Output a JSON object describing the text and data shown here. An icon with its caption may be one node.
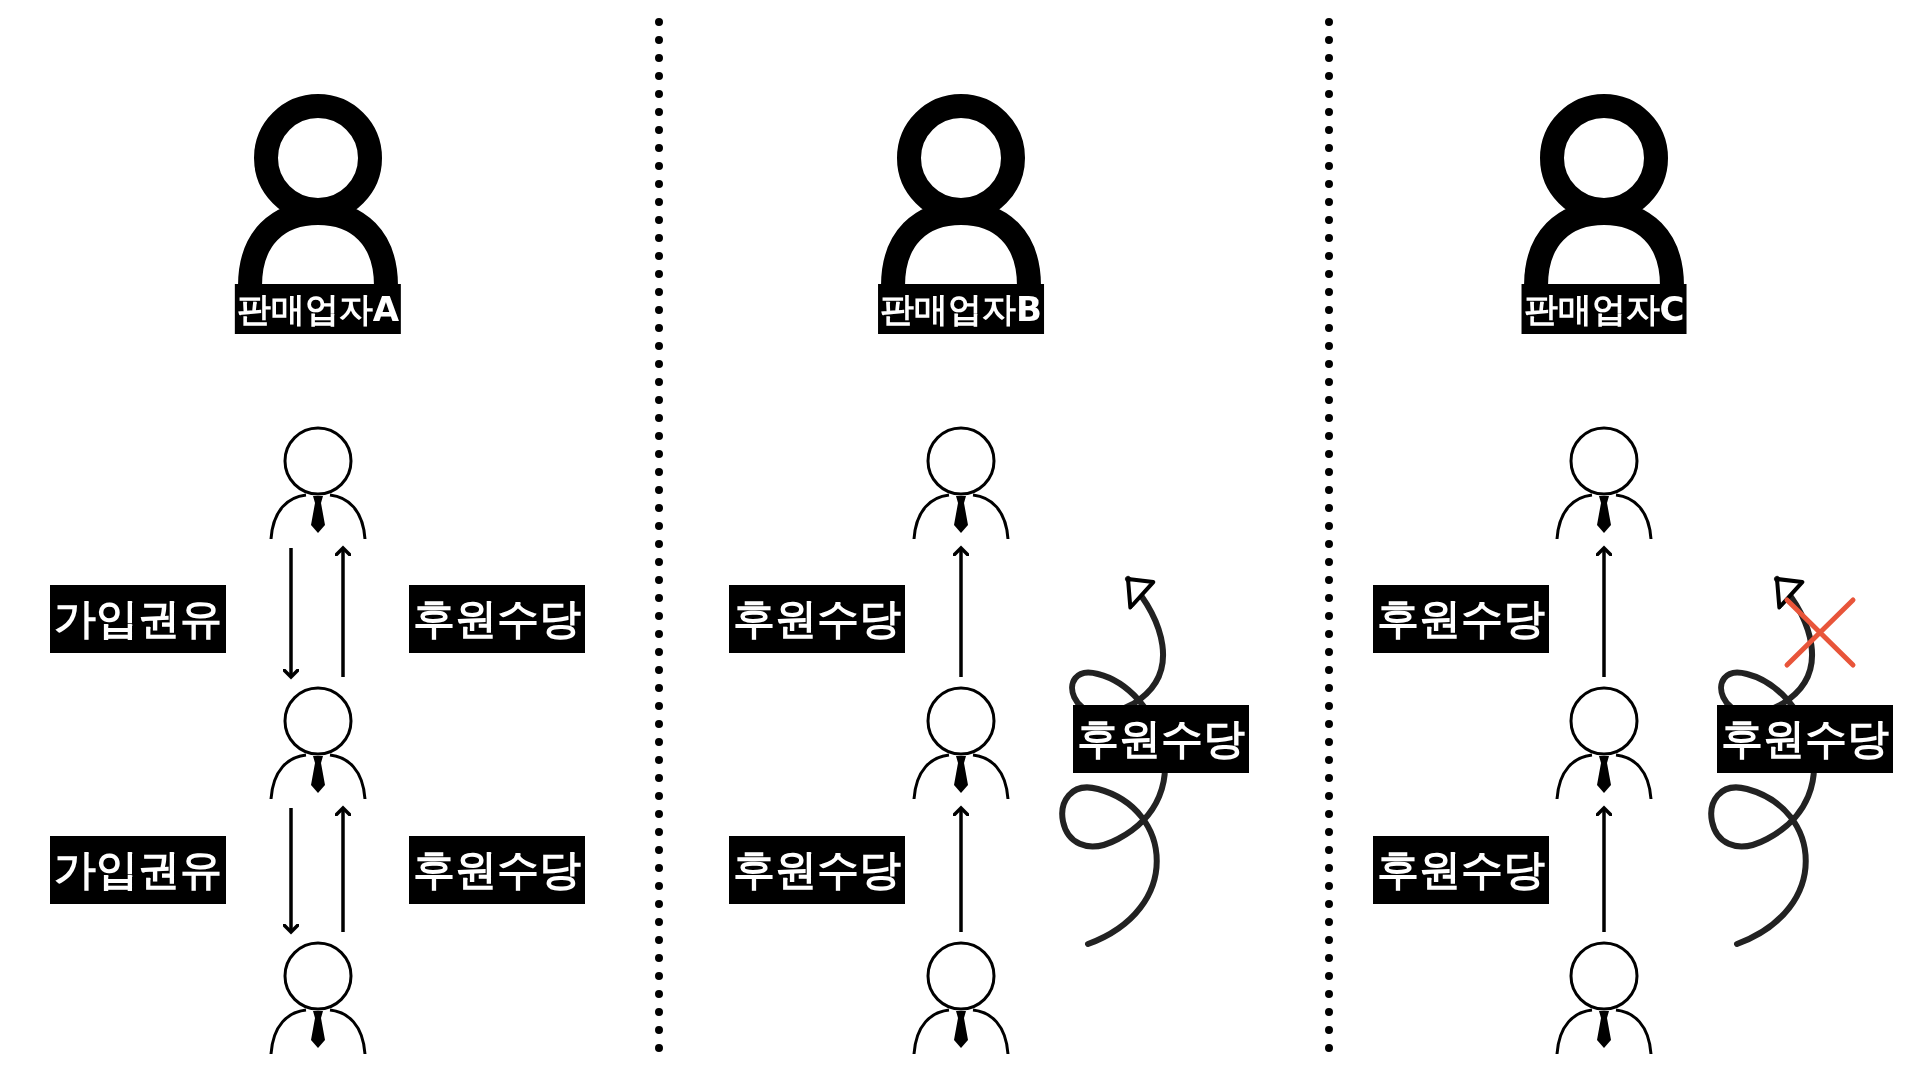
{
  "diagram": {
    "nodes": [
      {
        "text": [
          "판매업자A"
        ]
      },
      {
        "text": [],
        "shape": "person"
      },
      {
        "text": [],
        "shape": "person"
      },
      {
        "text": [],
        "shape": "person"
      },
      {
        "text": [
          "판매업자B"
        ]
      },
      {
        "text": [],
        "shape": "person"
      },
      {
        "text": [],
        "shape": "person"
      },
      {
        "text": [],
        "shape": "person"
      },
      {
        "text": [
          "판매업자C"
        ]
      },
      {
        "text": [],
        "shape": "person"
      },
      {
        "text": [],
        "shape": "person"
      },
      {
        "text": [],
        "shape": "person"
      }
    ],
    "edges": [
      {
        "from": 1,
        "to": 2,
        "arrow": "to",
        "label": "가입권유"
      },
      {
        "from": 2,
        "to": 1,
        "arrow": "to",
        "label": "후원수당"
      },
      {
        "from": 2,
        "to": 3,
        "arrow": "to",
        "label": "가입권유"
      },
      {
        "from": 3,
        "to": 2,
        "arrow": "to",
        "label": "후원수당"
      },
      {
        "from": 6,
        "to": 5,
        "arrow": "to",
        "label": "후원수당"
      },
      {
        "from": 7,
        "to": 6,
        "arrow": "to",
        "label": "후원수당"
      },
      {
        "from": 10,
        "to": 9,
        "arrow": "to",
        "label": "후원수당"
      },
      {
        "from": 11,
        "to": 10,
        "arrow": "to",
        "label": "후원수당"
      }
    ],
    "labels": [
      "후원수당",
      "후원수당"
    ]
  }
}
